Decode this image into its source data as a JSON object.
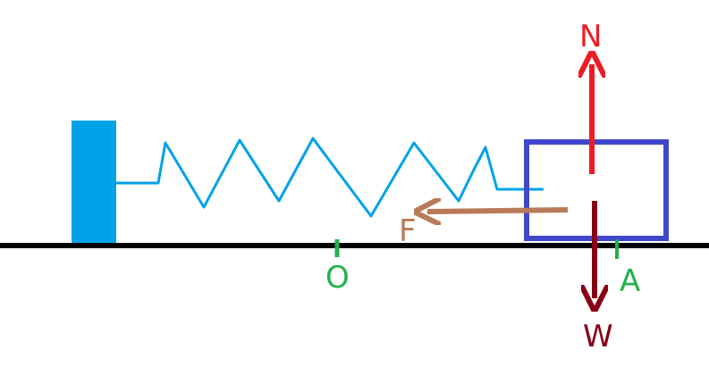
{
  "labels": {
    "normal_force": "N",
    "weight": "W",
    "spring_force": "F",
    "origin": "O",
    "point_a": "A"
  },
  "colors": {
    "wall": "#00a2e8",
    "spring": "#00a2e8",
    "block": "#3f48cc",
    "normal": "#ed1c24",
    "weight": "#880015",
    "force": "#b97a57",
    "marks": "#22b14c",
    "ground": "#000000"
  }
}
